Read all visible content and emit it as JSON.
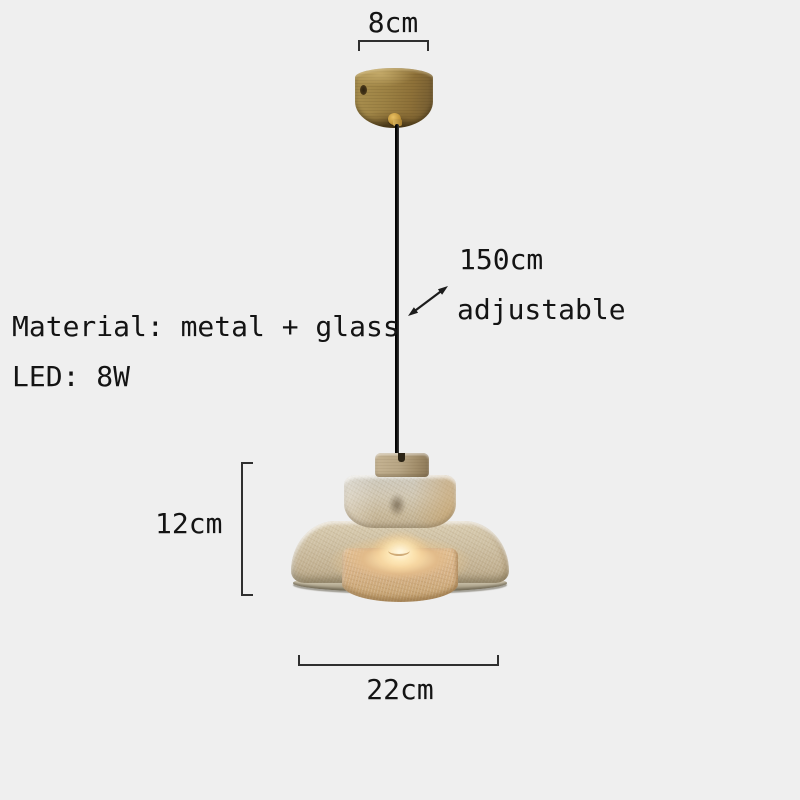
{
  "page": {
    "background_color": "#efefef",
    "description": "Pendant lamp product dimension diagram"
  },
  "specs": {
    "material": "Material: metal + glass",
    "led": "LED: 8W"
  },
  "dimensions": {
    "canopy_width": "8cm",
    "cord_length": "150cm",
    "cord_note": "adjustable",
    "shade_height": "12cm",
    "shade_width": "22cm"
  },
  "product": {
    "name": "glass-pendant-lamp",
    "parts": [
      "ceiling-canopy",
      "suspension-cord",
      "brass-cap",
      "upper-glass-shade",
      "lower-glass-shade",
      "inner-glass-cylinder",
      "light-bulb"
    ],
    "colors": {
      "brass": "#9d8244",
      "brass_light": "#c6b493",
      "cord_black": "#1a1a1a",
      "glass_champagne": "#d0c6b1",
      "glass_amber": "#d7b286",
      "glow_warm": "#fdf0d0",
      "annotation_text": "#141414",
      "dimension_line": "#2f2f2f"
    }
  }
}
